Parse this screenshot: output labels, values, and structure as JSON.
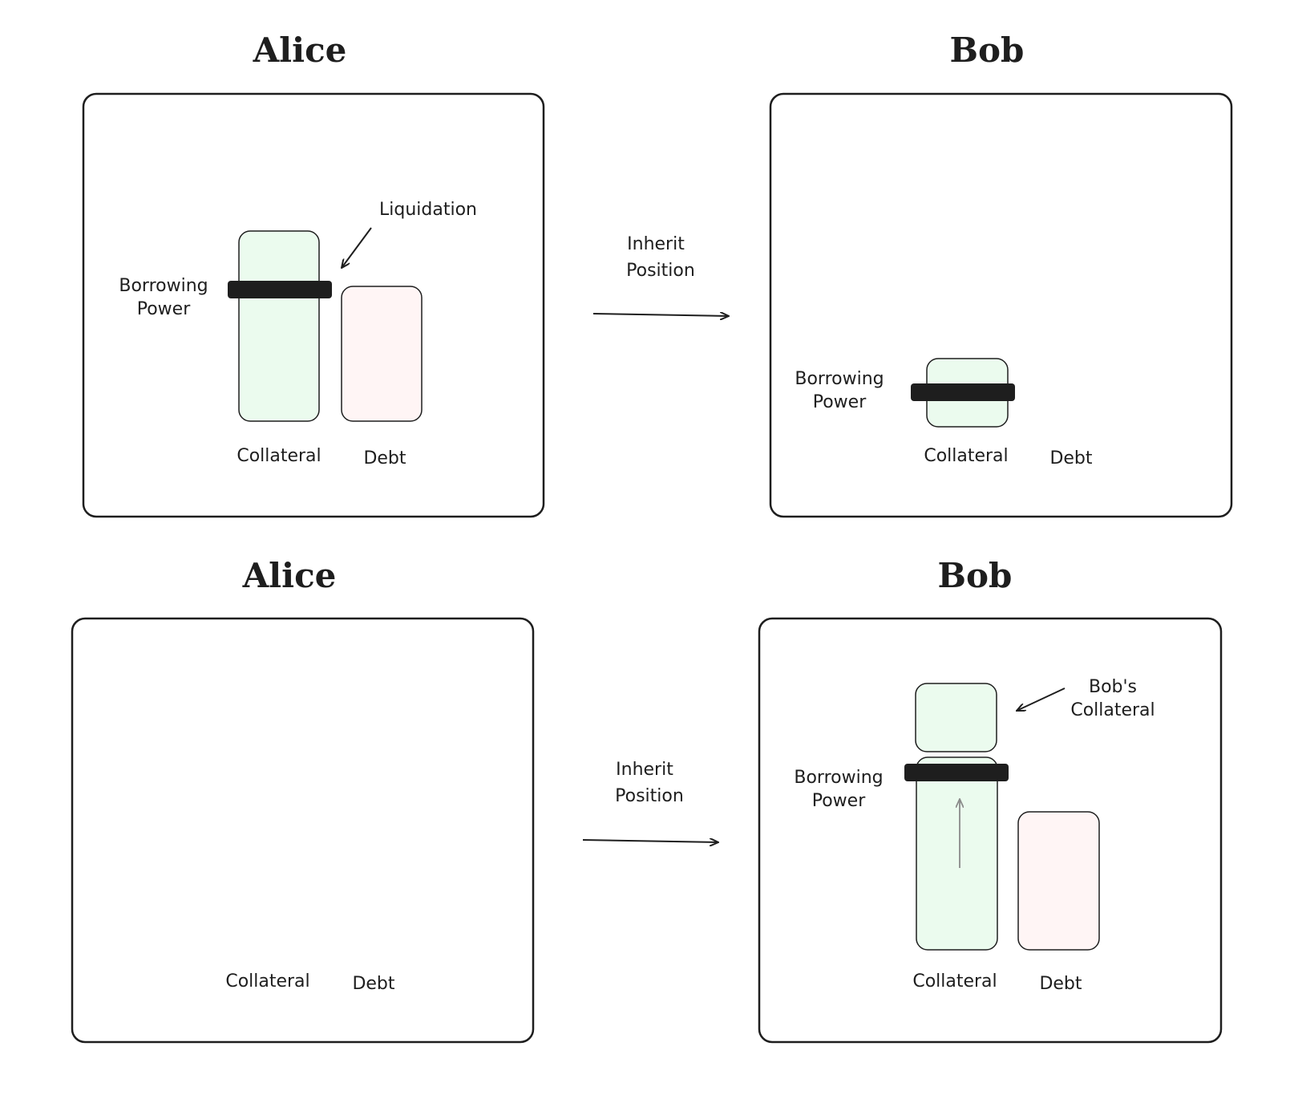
{
  "top": {
    "left": {
      "title": "Alice",
      "borrowing_power": [
        "Borrowing",
        "Power"
      ],
      "collateral_label": "Collateral",
      "debt_label": "Debt",
      "annotation": "Liquidation"
    },
    "arrow_label": [
      "Inherit",
      "Position"
    ],
    "right": {
      "title": "Bob",
      "borrowing_power": [
        "Borrowing",
        "Power"
      ],
      "collateral_label": "Collateral",
      "debt_label": "Debt"
    }
  },
  "bottom": {
    "left": {
      "title": "Alice",
      "collateral_label": "Collateral",
      "debt_label": "Debt"
    },
    "arrow_label": [
      "Inherit",
      "Position"
    ],
    "right": {
      "title": "Bob",
      "borrowing_power": [
        "Borrowing",
        "Power"
      ],
      "collateral_label": "Collateral",
      "debt_label": "Debt",
      "annotation": [
        "Bob's",
        "Collateral"
      ]
    }
  },
  "colors": {
    "collateral_fill": "#ebfbee",
    "debt_fill": "#fff5f5",
    "stroke": "#1e1e1e"
  }
}
